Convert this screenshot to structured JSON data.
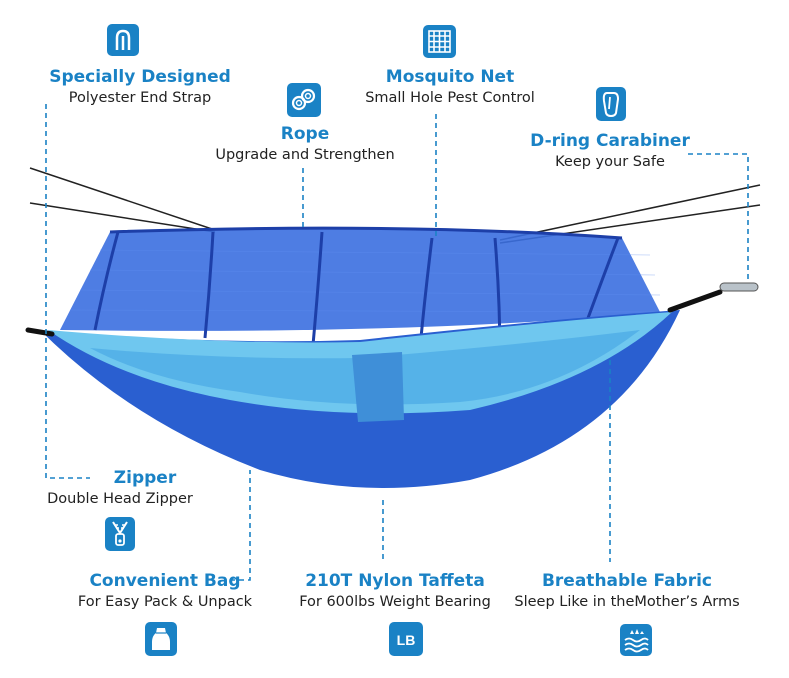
{
  "colors": {
    "accent": "#1a82c5",
    "hammock_dark": "#2a5fd0",
    "hammock_light": "#6fc7ef",
    "net": "#3b6fe0",
    "text": "#222222"
  },
  "features": [
    {
      "id": "specially-designed",
      "title": "Specially Designed",
      "subtitle": "Polyester End Strap",
      "icon": "end-strap-icon"
    },
    {
      "id": "rope",
      "title": "Rope",
      "subtitle": "Upgrade and Strengthen",
      "icon": "rope-coil-icon"
    },
    {
      "id": "mosquito-net",
      "title": "Mosquito Net",
      "subtitle": "Small Hole Pest Control",
      "icon": "net-grid-icon"
    },
    {
      "id": "d-ring-carabiner",
      "title": "D-ring Carabiner",
      "subtitle": "Keep your Safe",
      "icon": "carabiner-icon"
    },
    {
      "id": "zipper",
      "title": "Zipper",
      "subtitle": "Double Head Zipper",
      "icon": "zipper-icon"
    },
    {
      "id": "convenient-bag",
      "title": "Convenient Bag",
      "subtitle": "For Easy Pack & Unpack",
      "icon": "stuff-bag-icon"
    },
    {
      "id": "nylon-taffeta",
      "title": "210T Nylon Taffeta",
      "subtitle": "For 600lbs Weight Bearing",
      "icon": "weight-lb-icon",
      "icon_text": "LB"
    },
    {
      "id": "breathable-fabric",
      "title": "Breathable Fabric",
      "subtitle": "Sleep Like in theMother’s Arms",
      "icon": "water-waves-icon"
    }
  ]
}
